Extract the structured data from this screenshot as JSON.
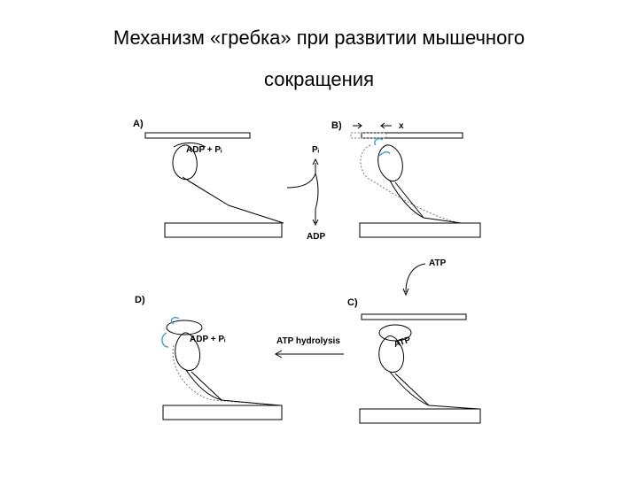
{
  "title": {
    "line1": "Механизм «гребка» при развитии мышечного",
    "line2": "сокращения"
  },
  "panels": {
    "a": "A)",
    "b": "B)",
    "c": "C)",
    "d": "D)"
  },
  "labels": {
    "adp_pi_a": "ADP + Pᵢ",
    "pi": "Pᵢ",
    "adp": "ADP",
    "x": "x",
    "atp": "ATP",
    "atp_head": "ATP",
    "atp_hydrolysis": "ATP hydrolysis",
    "adp_pi_d": "ADP + Pᵢ"
  },
  "colors": {
    "line": "#000000",
    "accent": "#4aa6c8",
    "dotted": "#777777"
  }
}
